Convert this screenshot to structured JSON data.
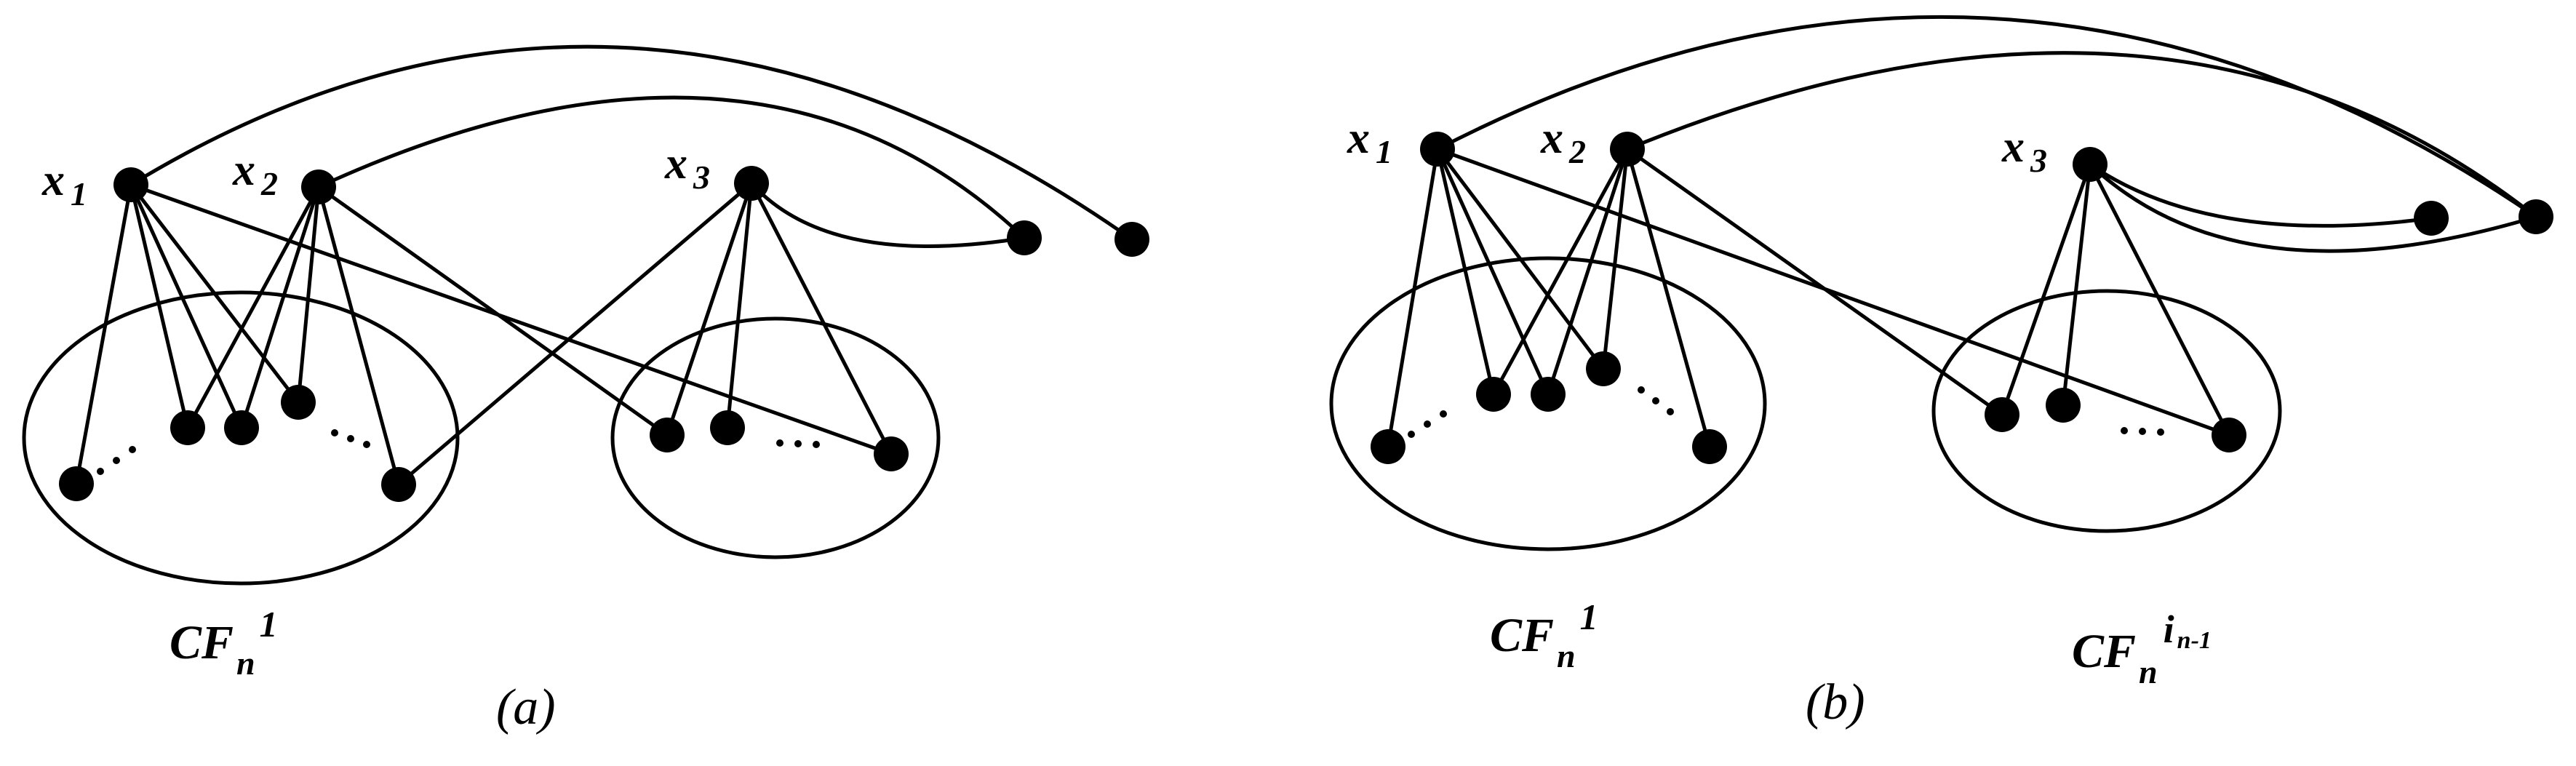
{
  "panels": [
    {
      "id": "a",
      "caption": "(a)",
      "vertex_labels": [
        {
          "var": "x",
          "sub": "1"
        },
        {
          "var": "x",
          "sub": "2"
        },
        {
          "var": "x",
          "sub": "3"
        }
      ],
      "sets": [
        {
          "base": "CF",
          "sub": "n",
          "sup": "1"
        }
      ]
    },
    {
      "id": "b",
      "caption": "(b)",
      "vertex_labels": [
        {
          "var": "x",
          "sub": "1"
        },
        {
          "var": "x",
          "sub": "2"
        },
        {
          "var": "x",
          "sub": "3"
        }
      ],
      "sets": [
        {
          "base": "CF",
          "sub": "n",
          "sup": "1"
        },
        {
          "base": "CF",
          "sub": "n",
          "sup": "i",
          "supsub": "n-1"
        }
      ]
    }
  ],
  "colors": {
    "stroke": "#000000",
    "fill": "#000000",
    "background": "#ffffff"
  }
}
